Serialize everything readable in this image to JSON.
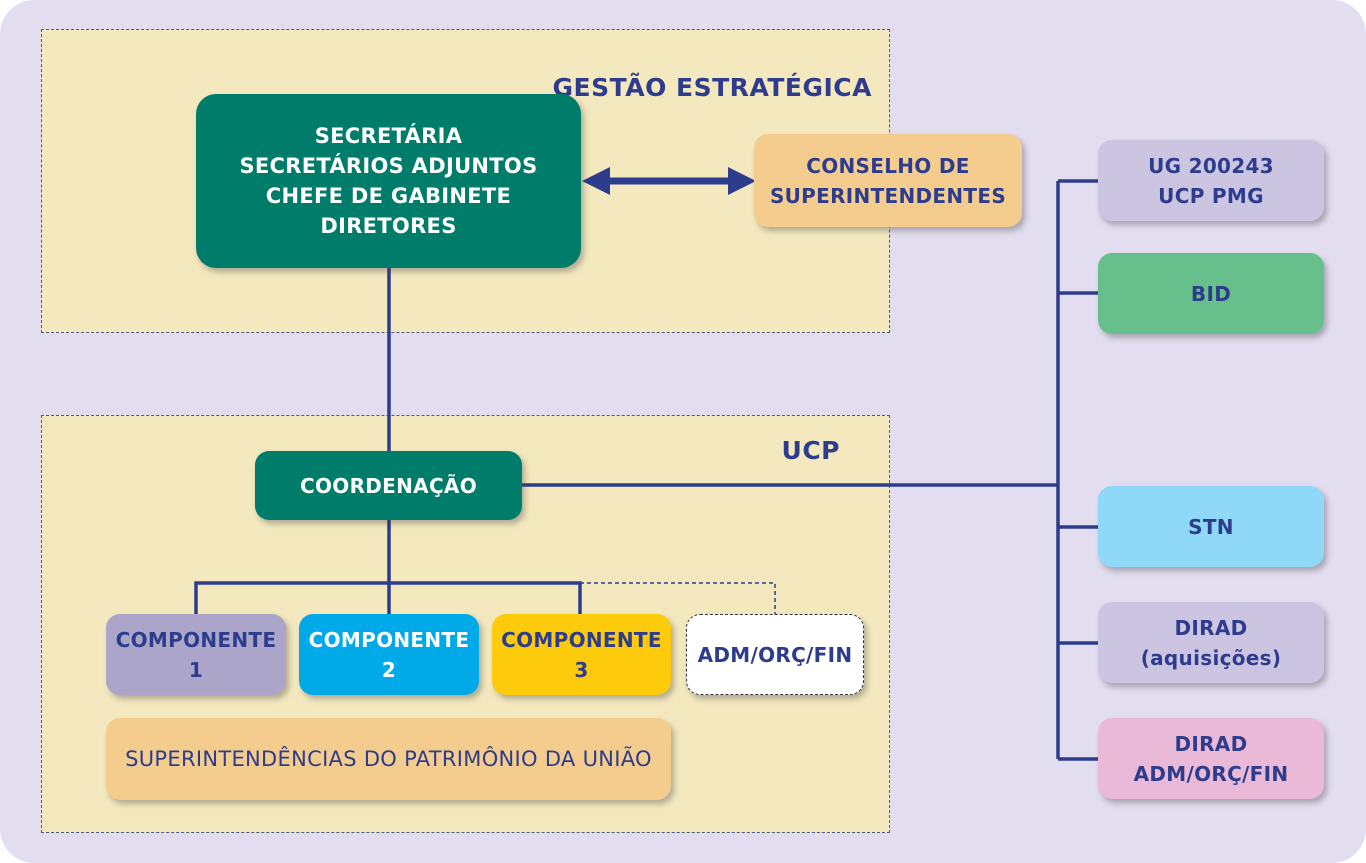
{
  "regions": {
    "gestao_title": "GESTÃO ESTRATÉGICA",
    "ucp_title": "UCP"
  },
  "boxes": {
    "secretaria": "SECRETÁRIA\nSECRETÁRIOS ADJUNTOS\nCHEFE DE GABINETE\nDIRETORES",
    "conselho": "CONSELHO DE\nSUPERINTENDENTES",
    "coordenacao": "COORDENAÇÃO",
    "componente1": "COMPONENTE 1",
    "componente2": "COMPONENTE 2",
    "componente3": "COMPONENTE 3",
    "adm": "ADM/ORÇ/FIN",
    "superintendencias": "SUPERINTENDÊNCIAS DO PATRIMÔNIO DA UNIÃO",
    "ug": "UG 200243\nUCP PMG",
    "bid": "BID",
    "stn": "STN",
    "dirad_aquisicoes": "DIRAD\n(aquisições)",
    "dirad_adm": "DIRAD\nADM/ORÇ/FIN"
  },
  "colors": {
    "background": "#e2ddef",
    "region_fill": "#f3e8be",
    "teal": "#007d6a",
    "connector": "#2d3c8c",
    "conselho": "#f3cc8e",
    "componente1": "#aba6c9",
    "componente2": "#00aae9",
    "componente3": "#fdcb0b",
    "superintendencias": "#f3cc8e",
    "ug": "#cbc5e2",
    "bid": "#67c08b",
    "stn": "#8fd8f7",
    "dirad_aquisicoes": "#cbc5e2",
    "dirad_adm": "#e9b9d7"
  }
}
